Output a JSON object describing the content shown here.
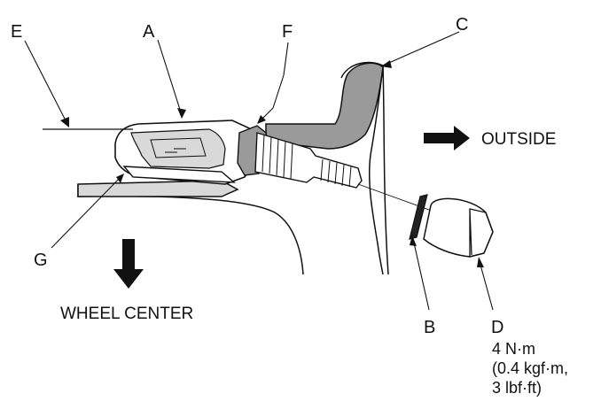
{
  "callouts": {
    "a": "A",
    "b": "B",
    "c": "C",
    "d": "D",
    "e": "E",
    "f": "F",
    "g": "G"
  },
  "labels": {
    "outside": "OUTSIDE",
    "wheel_center": "WHEEL CENTER"
  },
  "torque_spec": {
    "line1": "4 N·m",
    "line2": "(0.4 kgf·m,",
    "line3": "3 lbf·ft)"
  },
  "colors": {
    "line": "#111111",
    "part_fill": "#9a9a9a",
    "light_fill": "#d9d9d9",
    "background": "#ffffff"
  }
}
